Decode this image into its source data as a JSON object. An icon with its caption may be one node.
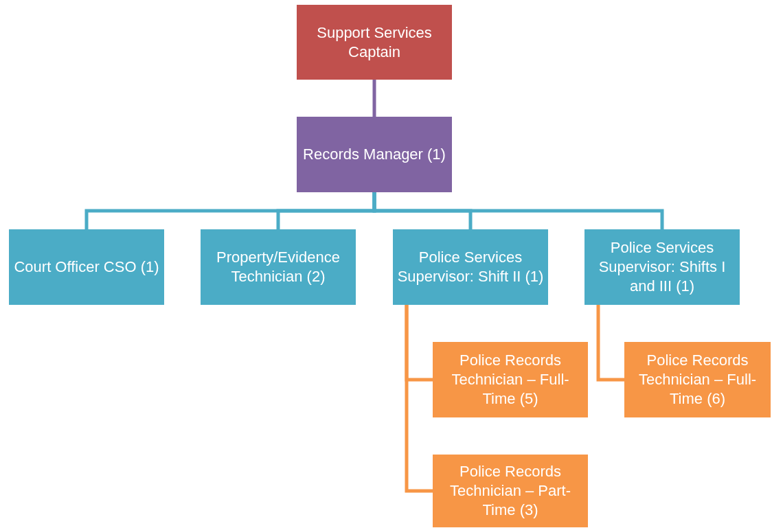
{
  "diagram": {
    "nodes": [
      {
        "text": [
          "Support Services Captain"
        ]
      },
      {
        "text": [
          "Records Manager (1)"
        ]
      },
      {
        "text": [
          "Court Officer CSO (1)"
        ]
      },
      {
        "text": [
          "Property/Evidence Technician (2)"
        ]
      },
      {
        "text": [
          "Police Services Supervisor: Shift II (1)"
        ]
      },
      {
        "text": [
          "Police Services Supervisor: Shifts I and III (1)"
        ]
      },
      {
        "text": [
          "Police Records Technician – Full-Time (5)"
        ]
      },
      {
        "text": [
          "Police Records Technician – Part-Time (3)"
        ]
      },
      {
        "text": [
          "Police Records Technician – Full-Time (6)"
        ]
      }
    ],
    "edges": [
      {
        "from": 0,
        "to": 1,
        "arrow": "none",
        "color": "#8064a2"
      },
      {
        "from": 1,
        "to": 2,
        "arrow": "none"
      },
      {
        "from": 1,
        "to": 3,
        "arrow": "none"
      },
      {
        "from": 1,
        "to": 4,
        "arrow": "none"
      },
      {
        "from": 1,
        "to": 5,
        "arrow": "none"
      },
      {
        "from": 4,
        "to": 6,
        "arrow": "none",
        "color": "#f79646"
      },
      {
        "from": 4,
        "to": 7,
        "arrow": "none",
        "color": "#f79646"
      },
      {
        "from": 5,
        "to": 8,
        "arrow": "none",
        "color": "#f79646"
      }
    ]
  }
}
